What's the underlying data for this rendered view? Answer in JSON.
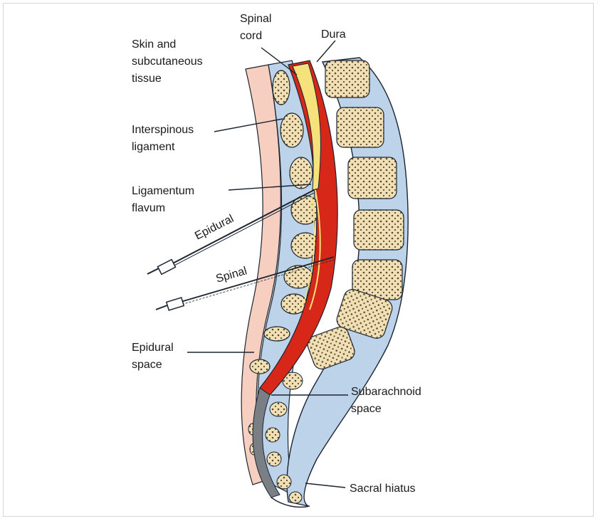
{
  "labels": {
    "skin_line1": "Skin and",
    "skin_line2": "subcutaneous",
    "skin_line3": "tissue",
    "spinal_cord_line1": "Spinal",
    "spinal_cord_line2": "cord",
    "dura": "Dura",
    "interspinous_line1": "Interspinous",
    "interspinous_line2": "ligament",
    "flavum_line1": "Ligamentum",
    "flavum_line2": "flavum",
    "epidural_needle": "Epidural",
    "spinal_needle": "Spinal",
    "epidural_space_line1": "Epidural",
    "epidural_space_line2": "space",
    "subarachnoid_line1": "Subarachnoid",
    "subarachnoid_line2": "space",
    "sacral_hiatus": "Sacral hiatus"
  },
  "colors": {
    "skin": "#f6cfc0",
    "epidural_fat": "#bcd3ea",
    "dura": "#d62718",
    "cord": "#f5e27a",
    "bone": "#f1e0b5",
    "bone_dots": "#5a4a2e",
    "subarachnoid": "#7a7f86",
    "outline": "#1b2430"
  }
}
